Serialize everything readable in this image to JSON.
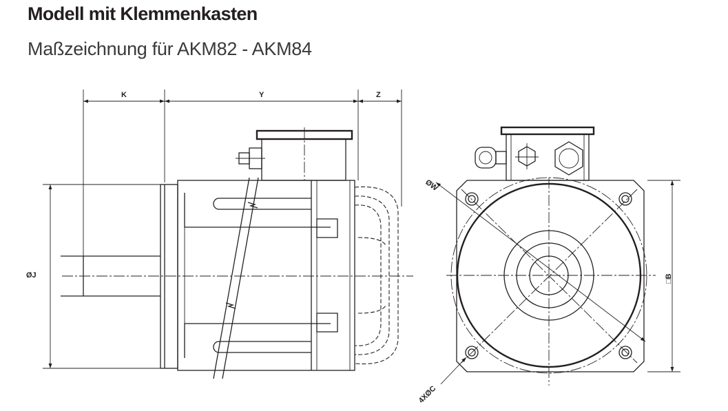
{
  "header": {
    "title": "Modell mit Klemmenkasten",
    "subtitle": "Maßzeichnung für AKM82 - AKM84"
  },
  "dimensions": {
    "k": "K",
    "y": "Y",
    "z": "Z",
    "diameter_j": "ØJ",
    "diameter_w": "ØW",
    "square_b": "□B",
    "holes": "4XØC"
  }
}
